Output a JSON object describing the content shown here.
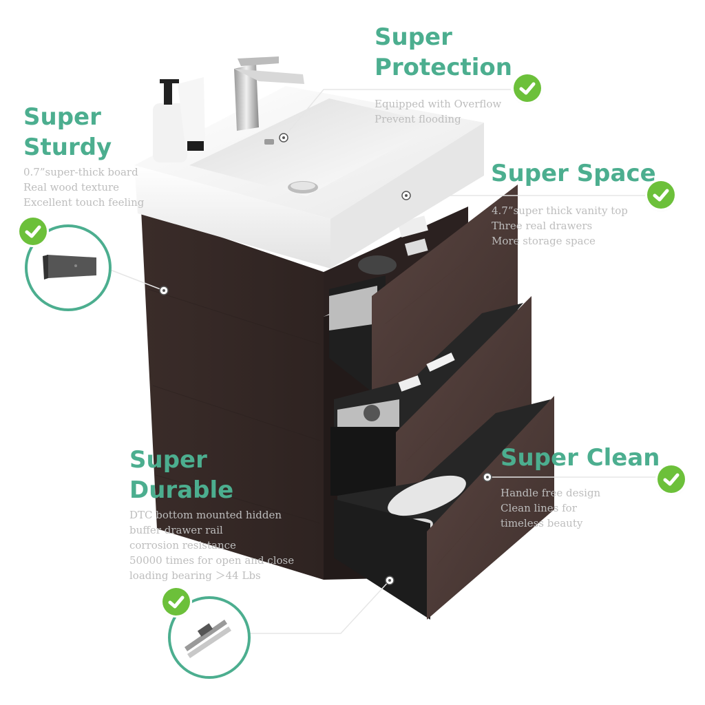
{
  "features": {
    "protection": {
      "title_1": "Super",
      "title_2": "Protection",
      "lines": [
        "Equipped with Overflow",
        "Prevent flooding"
      ]
    },
    "sturdy": {
      "title_1": "Super",
      "title_2": "Sturdy",
      "lines": [
        "0.7”super-thick board",
        "Real wood texture",
        "Excellent touch feeling"
      ]
    },
    "space": {
      "title": "Super Space",
      "lines": [
        "4.7”super thick vanity top",
        "Three real drawers",
        "More storage space"
      ]
    },
    "durable": {
      "title_1": "Super",
      "title_2": "Durable",
      "lines": [
        "DTC bottom mounted hidden",
        "buffer drawer rail",
        "corrosion resistance",
        "50000 times for open and close",
        "loading bearing ＞44 Lbs"
      ]
    },
    "clean": {
      "title": "Super Clean",
      "lines": [
        "Handle free design",
        "Clean lines for",
        "timeless beauty"
      ]
    }
  },
  "icons": {
    "check": "check-icon",
    "board_sample": "board-sample-image",
    "drawer_rail": "drawer-rail-image"
  },
  "colors": {
    "title_green": "#4cae8f",
    "check_green": "#6cc03a",
    "text_gray": "#bdbdbd",
    "wood_dark": "#3f302d",
    "basin_white": "#f3f3f3"
  }
}
